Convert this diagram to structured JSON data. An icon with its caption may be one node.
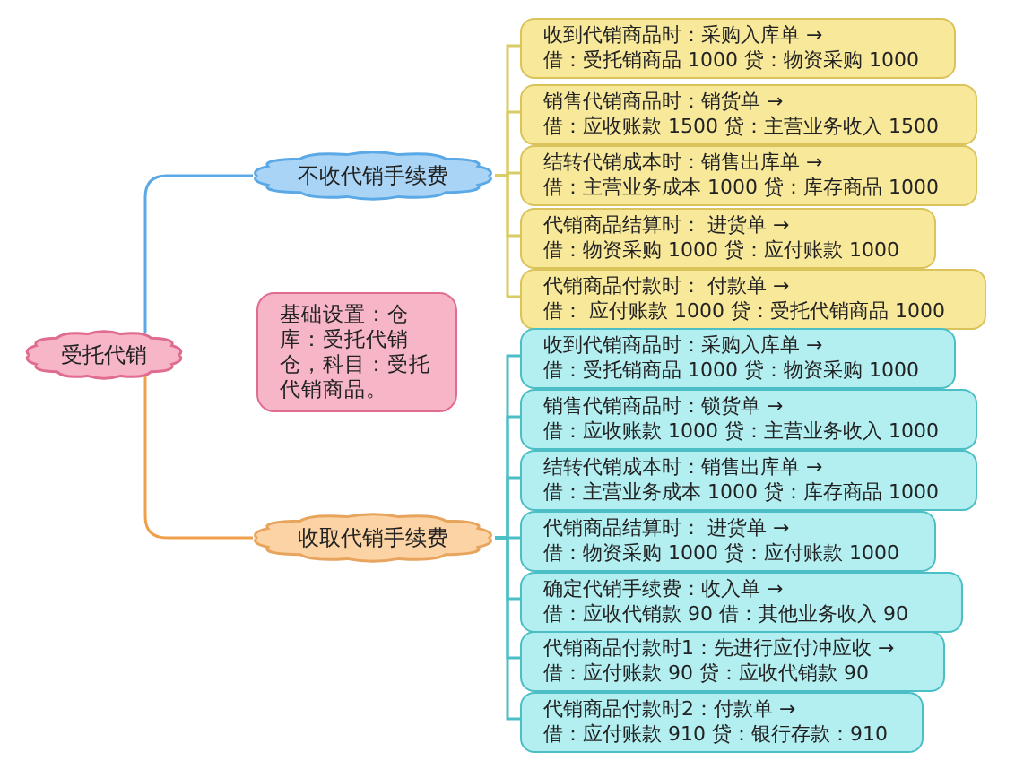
{
  "diagram": {
    "nodes": [
      {
        "text": [
          "受托代销"
        ]
      },
      {
        "text": [
          "不收代销手续费"
        ]
      },
      {
        "text": [
          "收到代销商品时：采购入库单 →",
          "借：受托销商品 1000 贷：物资采购 1000"
        ]
      },
      {
        "text": [
          "销售代销商品时：销货单 →",
          "借：应收账款 1500 贷：主营业务收入 1500"
        ]
      },
      {
        "text": [
          "结转代销成本时：销售出库单 →",
          "借：主营业务成本 1000 贷：库存商品 1000"
        ]
      },
      {
        "text": [
          "代销商品结算时： 进货单 →",
          "借：物资采购 1000 贷：应付账款 1000"
        ]
      },
      {
        "text": [
          "代销商品付款时： 付款单 →",
          "借： 应付账款 1000 贷：受托代销商品 1000"
        ]
      },
      {
        "text": [
          "基础设置：仓库：受托代销仓，科目：受托代销商品。"
        ]
      },
      {
        "text": [
          "收取代销手续费"
        ]
      },
      {
        "text": [
          "收到代销商品时：采购入库单 →",
          "借：受托销商品 1000 贷：物资采购 1000"
        ]
      },
      {
        "text": [
          "销售代销商品时：锁货单 →",
          "借：应收账款 1000 贷：主营业务收入 1000"
        ]
      },
      {
        "text": [
          "结转代销成本时：销售出库单 →",
          "借：主营业务成本 1000 贷：库存商品 1000"
        ]
      },
      {
        "text": [
          "代销商品结算时： 进货单 →",
          "借：物资采购 1000 贷：应付账款 1000"
        ]
      },
      {
        "text": [
          "确定代销手续费：收入单 →",
          "借：应收代销款 90 借：其他业务收入 90"
        ]
      },
      {
        "text": [
          "代销商品付款时1：先进行应付冲应收 →",
          "借：应付账款 90 贷：应收代销款 90"
        ]
      },
      {
        "text": [
          "代销商品付款时2：付款单 →",
          "借：应付账款 910 贷：银行存款：910"
        ]
      }
    ],
    "edges": [
      {
        "from": 0,
        "to": 1,
        "arrow": "none",
        "color": "#5aa9e6"
      },
      {
        "from": 0,
        "to": 8,
        "arrow": "none",
        "color": "#f0a04b"
      },
      {
        "from": 1,
        "to": 2,
        "arrow": "none",
        "color": "#d9cc66"
      },
      {
        "from": 1,
        "to": 3,
        "arrow": "none",
        "color": "#d9cc66"
      },
      {
        "from": 1,
        "to": 4,
        "arrow": "none",
        "color": "#d9cc66"
      },
      {
        "from": 1,
        "to": 5,
        "arrow": "none",
        "color": "#d9cc66"
      },
      {
        "from": 1,
        "to": 6,
        "arrow": "none",
        "color": "#d9cc66"
      },
      {
        "from": 8,
        "to": 9,
        "arrow": "none"
      },
      {
        "from": 8,
        "to": 10,
        "arrow": "none"
      },
      {
        "from": 8,
        "to": 11,
        "arrow": "none"
      },
      {
        "from": 8,
        "to": 12,
        "arrow": "none"
      },
      {
        "from": 8,
        "to": 13,
        "arrow": "none"
      },
      {
        "from": 8,
        "to": 14,
        "arrow": "none"
      },
      {
        "from": 8,
        "to": 15,
        "arrow": "none"
      }
    ]
  }
}
